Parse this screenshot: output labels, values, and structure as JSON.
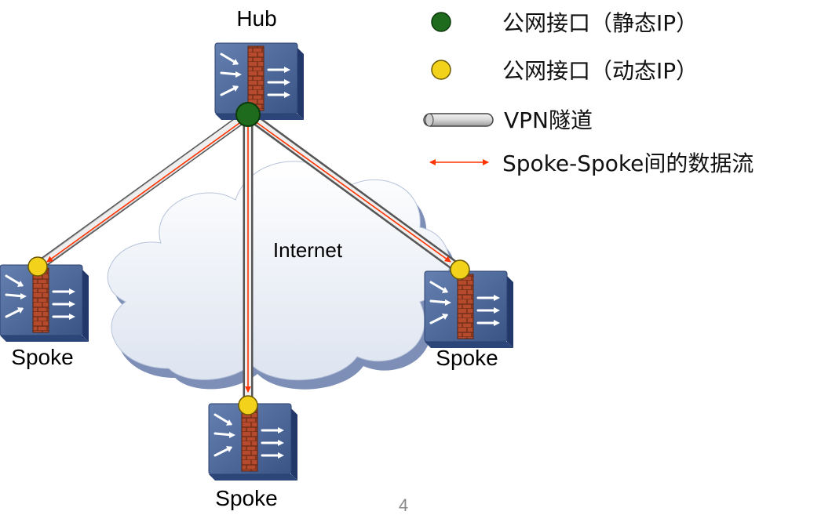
{
  "diagram": {
    "hub_label": "Hub",
    "cloud_label": "Internet",
    "spokes": [
      {
        "id": "left",
        "label": "Spoke"
      },
      {
        "id": "right",
        "label": "Spoke"
      },
      {
        "id": "bottom",
        "label": "Spoke"
      }
    ],
    "page_number": "4"
  },
  "legend": [
    {
      "kind": "static-ip-dot",
      "color": "#1e6b1e",
      "label": "公网接口（静态IP）"
    },
    {
      "kind": "dynamic-ip-dot",
      "color": "#f2d21a",
      "label": "公网接口（动态IP）"
    },
    {
      "kind": "vpn-tunnel",
      "color": "#d9d9d9",
      "label": "VPN隧道"
    },
    {
      "kind": "data-flow-arrow",
      "color": "#ff3300",
      "label": "Spoke-Spoke间的数据流"
    }
  ],
  "colors": {
    "static_ip": "#1e6b1e",
    "dynamic_ip": "#f2d21a",
    "flow": "#ff3300",
    "device_face": "#4a6699",
    "device_side": "#22386a",
    "brick": "#b54a2c",
    "cloud": "#e6ecf6"
  }
}
